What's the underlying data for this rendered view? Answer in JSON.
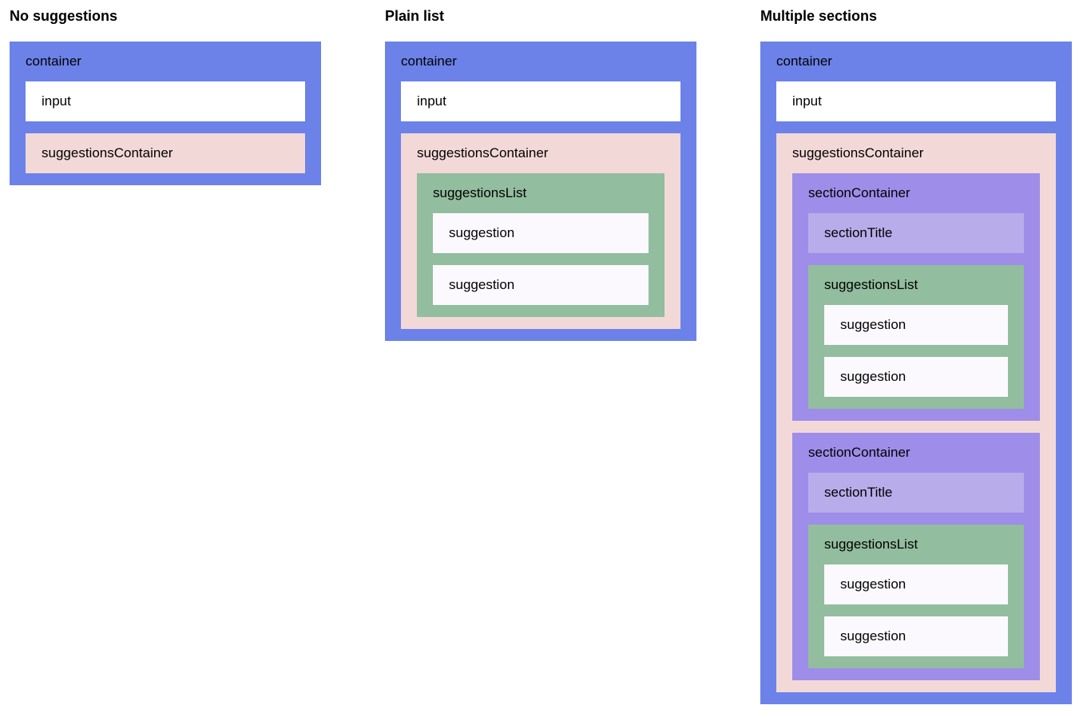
{
  "colors": {
    "container": "#6c82e8",
    "input": "#ffffff",
    "suggestionsContainer": "#f2d9d7",
    "suggestionsList": "#92bd9e",
    "suggestion": "#fbf9fe",
    "sectionContainer": "#9e8de9",
    "sectionTitle": "#b9acea",
    "text": "#000000",
    "page_background": "#ffffff"
  },
  "columns": [
    {
      "heading": "No suggestions",
      "container": {
        "label": "container",
        "children": [
          {
            "label": "input"
          },
          {
            "label": "suggestionsContainer"
          }
        ]
      }
    },
    {
      "heading": "Plain list",
      "container": {
        "label": "container",
        "children": [
          {
            "label": "input"
          },
          {
            "label": "suggestionsContainer",
            "children": [
              {
                "label": "suggestionsList",
                "children": [
                  {
                    "label": "suggestion"
                  },
                  {
                    "label": "suggestion"
                  }
                ]
              }
            ]
          }
        ]
      }
    },
    {
      "heading": "Multiple sections",
      "container": {
        "label": "container",
        "children": [
          {
            "label": "input"
          },
          {
            "label": "suggestionsContainer",
            "children": [
              {
                "label": "sectionContainer",
                "children": [
                  {
                    "label": "sectionTitle"
                  },
                  {
                    "label": "suggestionsList",
                    "children": [
                      {
                        "label": "suggestion"
                      },
                      {
                        "label": "suggestion"
                      }
                    ]
                  }
                ]
              },
              {
                "label": "sectionContainer",
                "children": [
                  {
                    "label": "sectionTitle"
                  },
                  {
                    "label": "suggestionsList",
                    "children": [
                      {
                        "label": "suggestion"
                      },
                      {
                        "label": "suggestion"
                      }
                    ]
                  }
                ]
              }
            ]
          }
        ]
      }
    }
  ]
}
